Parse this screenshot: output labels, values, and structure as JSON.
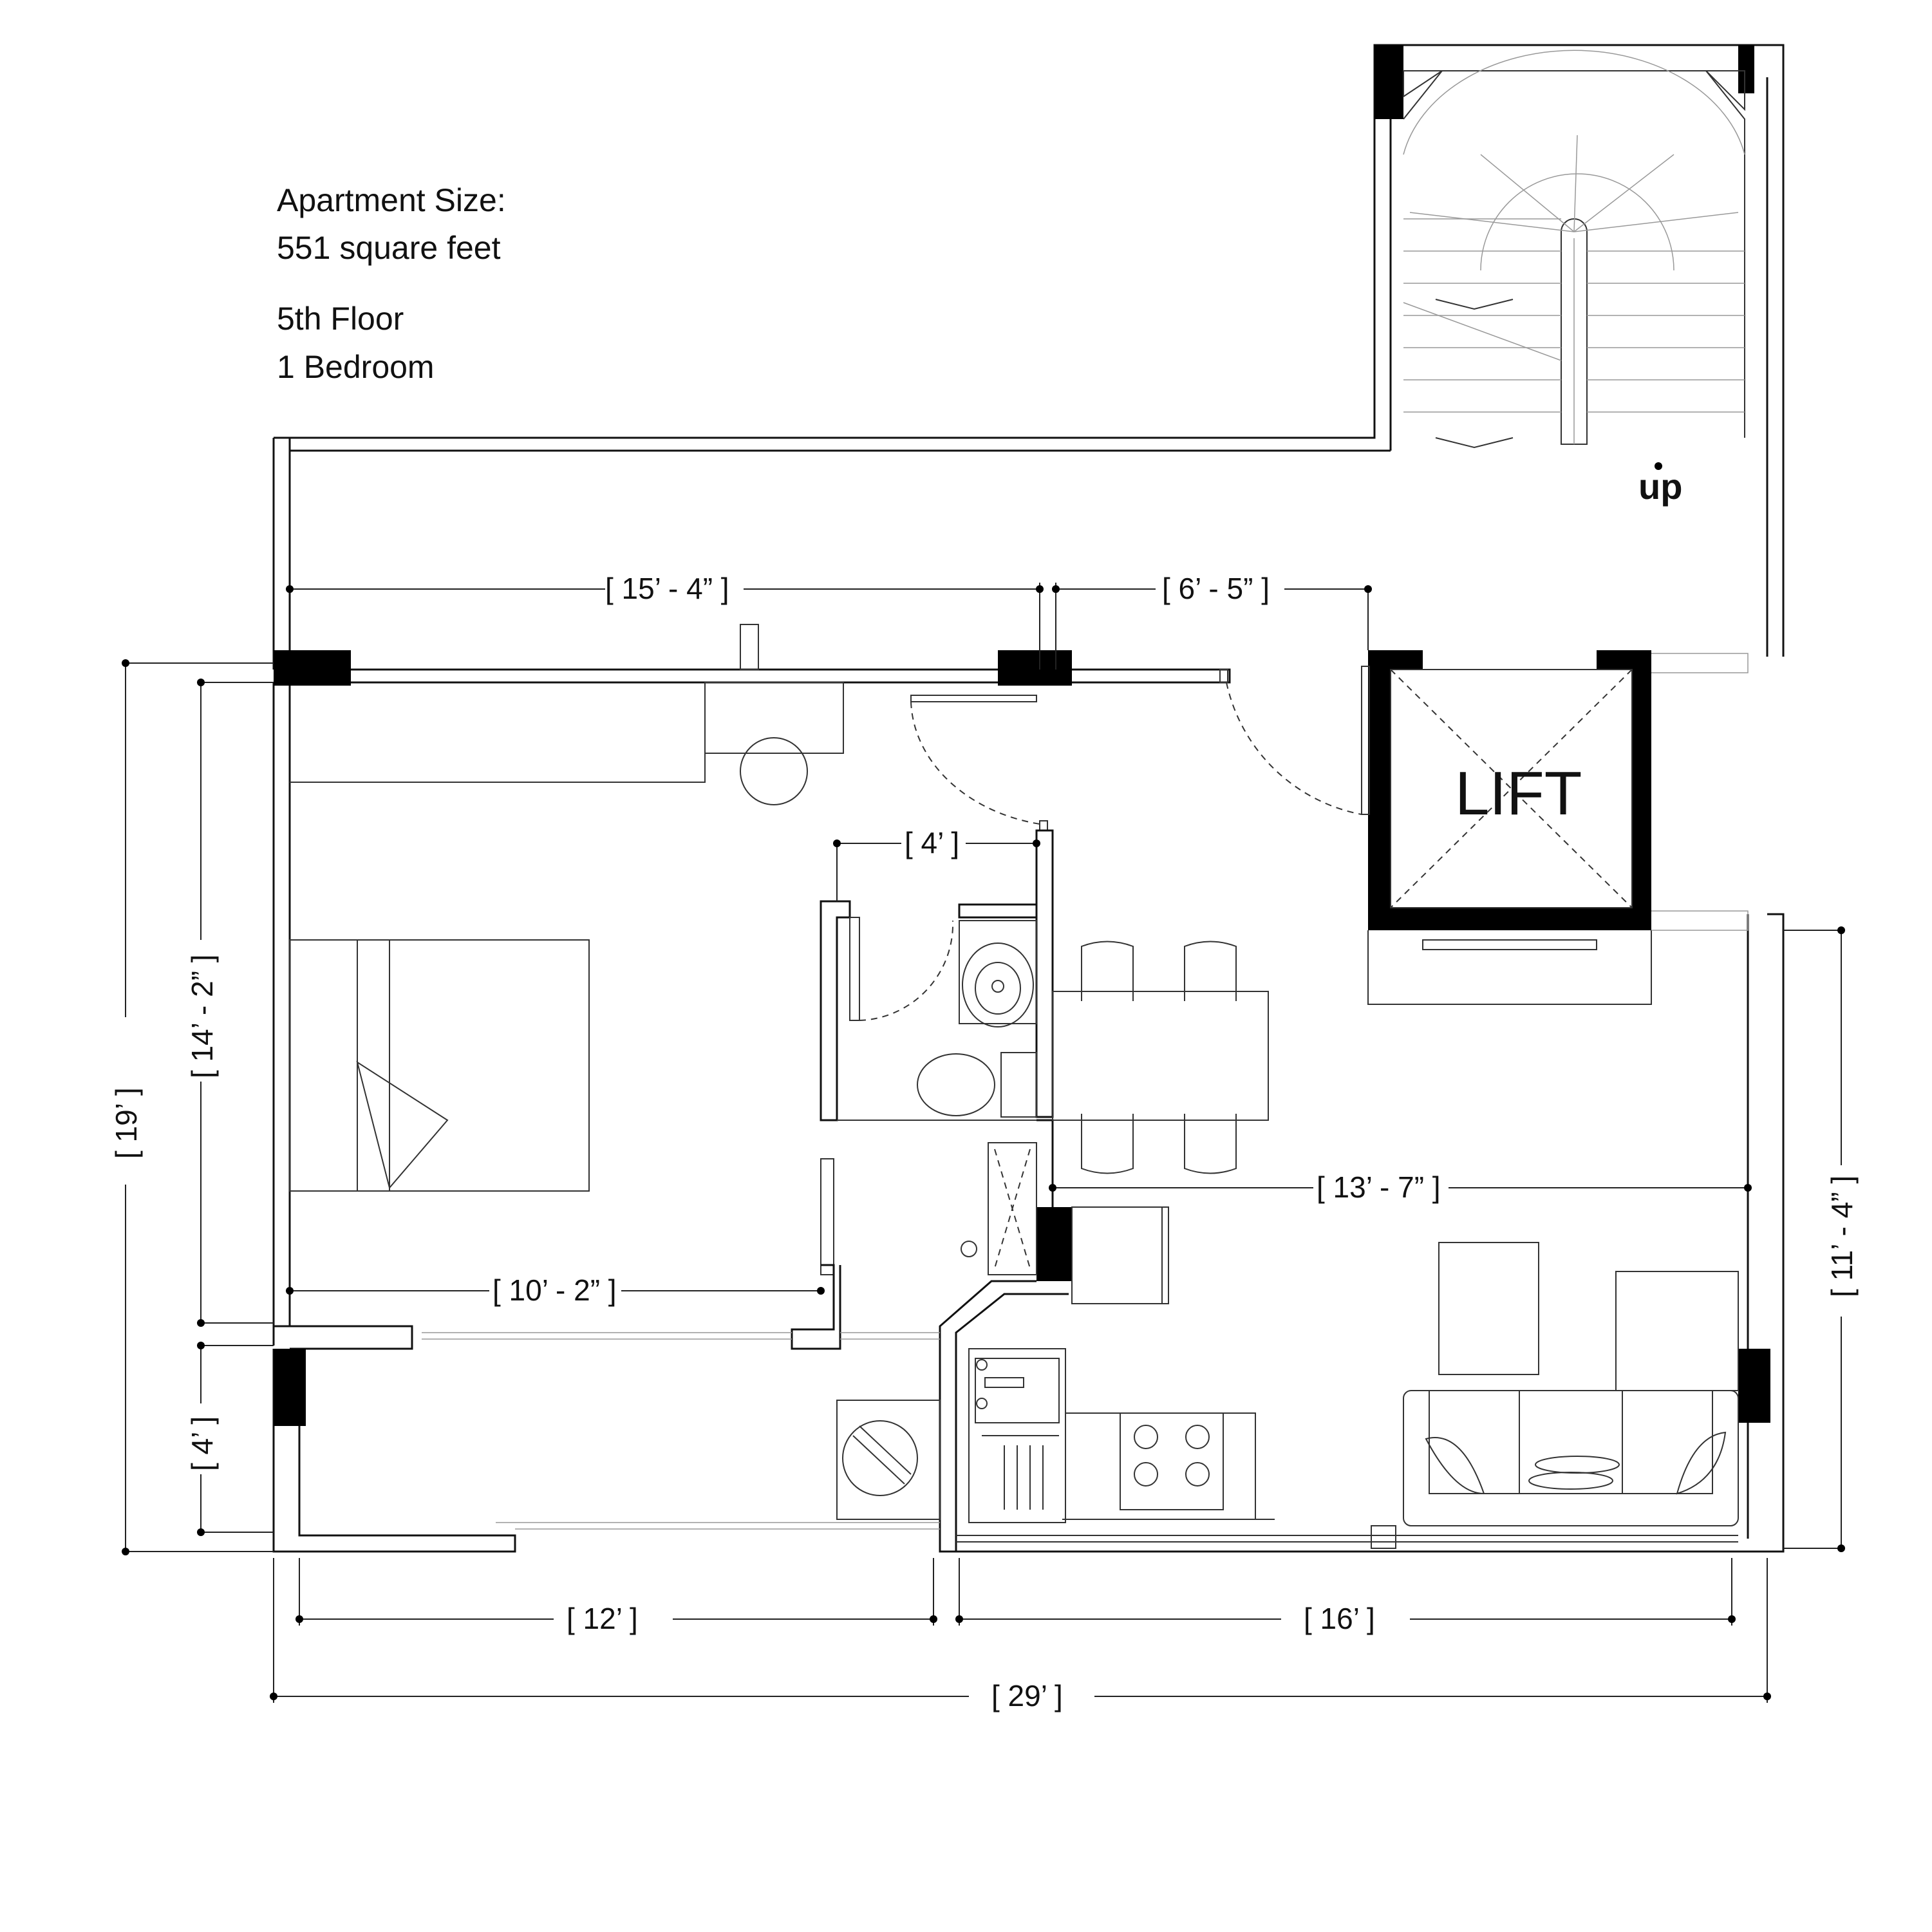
{
  "info": {
    "size_label": "Apartment Size:",
    "size_value": "551 square feet",
    "floor": "5th Floor",
    "bedrooms": "1 Bedroom"
  },
  "rooms": {
    "lift": "LIFT",
    "stair_direction": "up"
  },
  "dimensions": {
    "top_left": "[ 15’ - 4” ]",
    "top_right": "[ 6’ - 5” ]",
    "bath_door": "[ 4’ ]",
    "dining": "[ 13’ - 7” ]",
    "bedroom_width": "[ 10’ - 2” ]",
    "bottom_left": "[ 12’ ]",
    "bottom_right": "[ 16’ ]",
    "overall_width": "[ 29’ ]",
    "overall_height": "[ 19’ ]",
    "bedroom_depth": "[ 14’ - 2” ]",
    "balcony_depth": "[ 4’ ]",
    "living_depth": "[ 11’ - 4” ]"
  }
}
